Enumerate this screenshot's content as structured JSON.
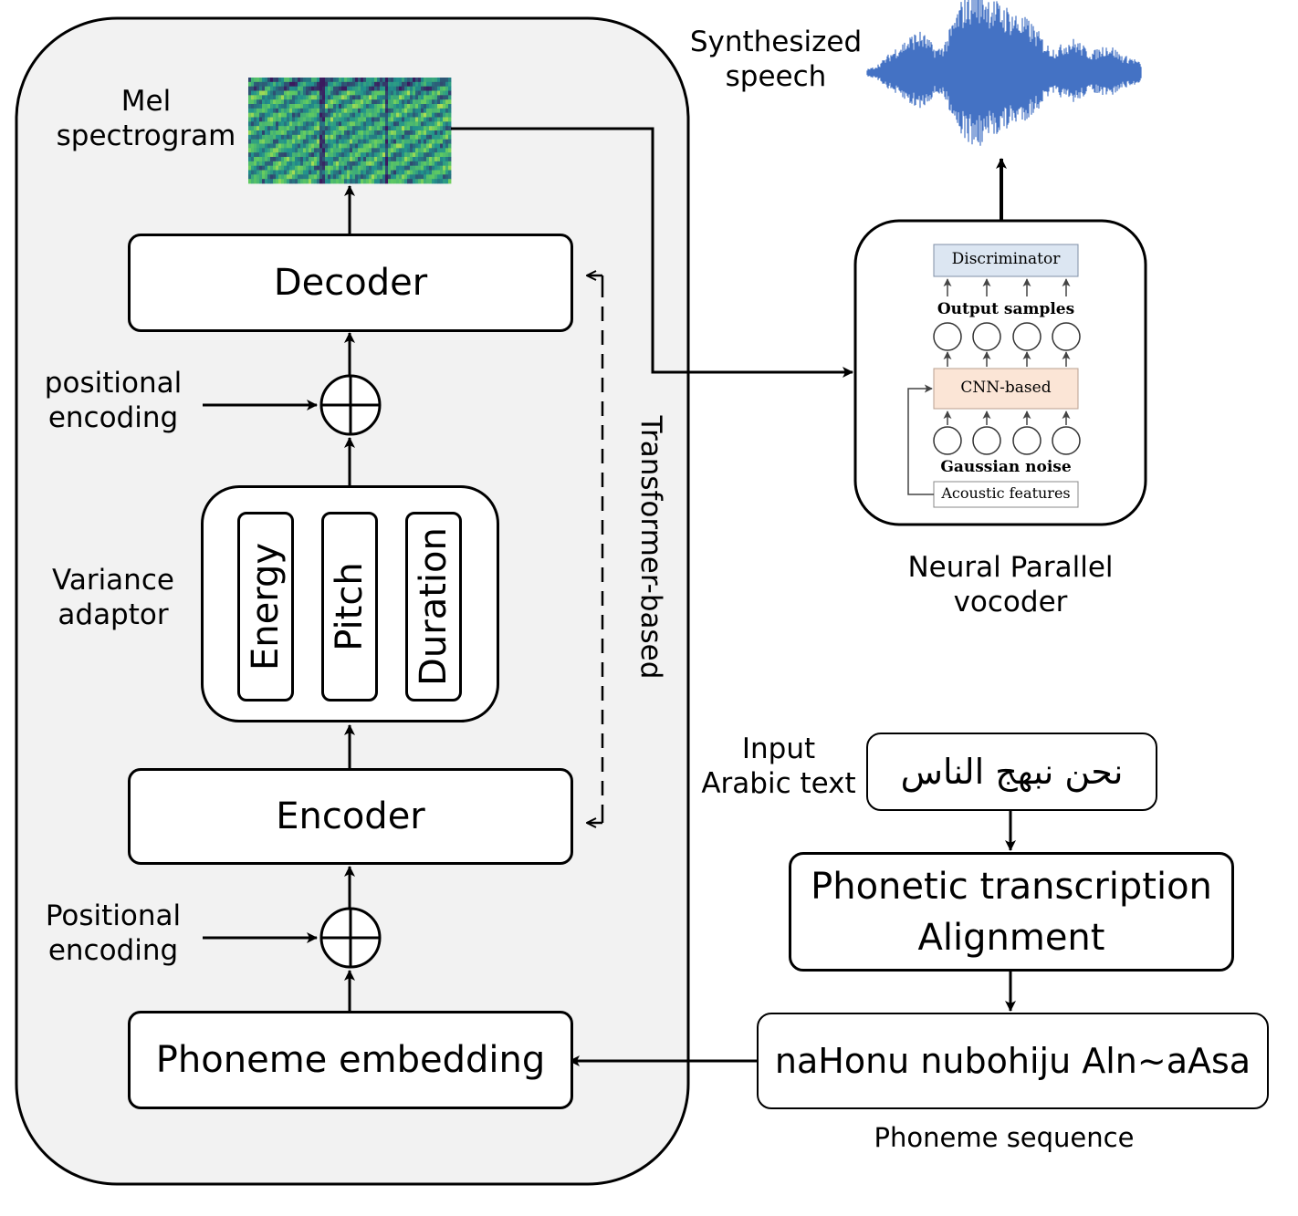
{
  "acoustic_model": {
    "mel_label": "Mel\nspectrogram",
    "decoder": "Decoder",
    "positional_encoding_top": "positional\nencoding",
    "variance_adaptor_label": "Variance\nadaptor",
    "energy": "Energy",
    "pitch": "Pitch",
    "duration": "Duration",
    "encoder": "Encoder",
    "positional_encoding_bottom": "Positional\nencoding",
    "phoneme_embedding": "Phoneme embedding",
    "transformer_label": "Transformer-based"
  },
  "vocoder": {
    "output_label": "Synthesized\nspeech",
    "discriminator": "Discriminator",
    "output_samples": "Output samples",
    "cnn": "CNN-based",
    "gaussian_noise": "Gaussian noise",
    "acoustic_features": "Acoustic features",
    "caption": "Neural Parallel\nvocoder"
  },
  "frontend": {
    "input_label": "Input\nArabic text",
    "arabic_text": "نحن نبهج الناس",
    "transcription": "Phonetic transcription\nAlignment",
    "phoneme_sequence": "naHonu nubohiju Aln~aAsa",
    "phoneme_caption": "Phoneme sequence"
  },
  "colors": {
    "panel": "#f2f2f2",
    "waveform": "#4472c4",
    "discriminator_fill": "#dce6f2",
    "cnn_fill": "#fbe5d6",
    "spectrogram_low": "#3b1a5e",
    "spectrogram_high": "#5ec962"
  }
}
